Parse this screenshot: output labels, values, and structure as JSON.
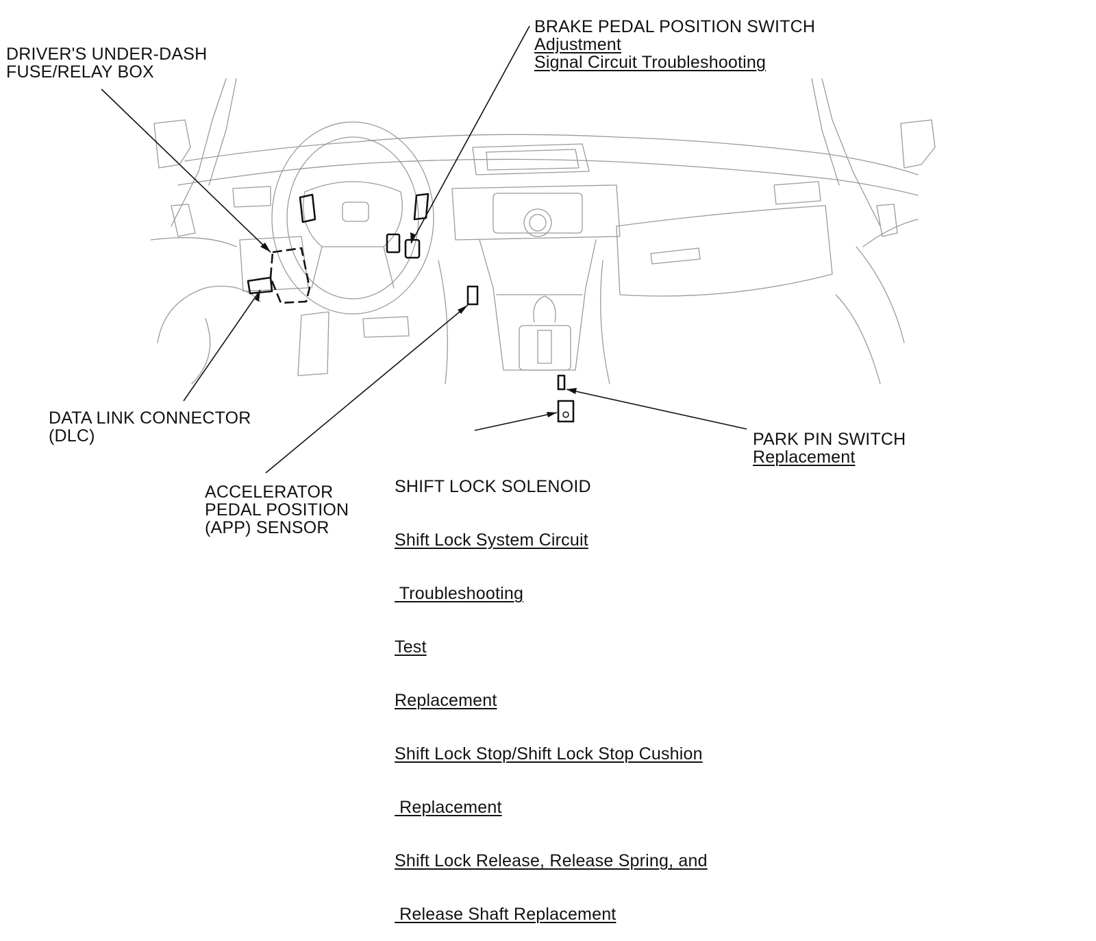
{
  "labels": {
    "fuse_box": {
      "lines": [
        "DRIVER'S UNDER-DASH",
        "FUSE/RELAY BOX"
      ]
    },
    "brake_switch": {
      "title": "BRAKE PEDAL POSITION SWITCH",
      "links": [
        "Adjustment",
        "Signal Circuit Troubleshooting"
      ]
    },
    "dlc": {
      "lines": [
        "DATA LINK CONNECTOR",
        "(DLC)"
      ]
    },
    "app_sensor": {
      "lines": [
        "ACCELERATOR",
        "PEDAL POSITION",
        "(APP) SENSOR"
      ]
    },
    "shift_lock": {
      "title": "SHIFT LOCK SOLENOID",
      "links": [
        "Shift Lock System Circuit",
        " Troubleshooting",
        "Test",
        "Replacement",
        "Shift Lock Stop/Shift Lock Stop Cushion",
        " Replacement",
        "Shift Lock Release, Release Spring, and",
        " Release Shaft Replacement"
      ]
    },
    "park_pin": {
      "title": "PARK PIN SWITCH",
      "links": [
        "Replacement"
      ]
    }
  },
  "colors": {
    "line": "#1a1a1a",
    "outline": "#9a9a9a",
    "background": "#ffffff"
  }
}
